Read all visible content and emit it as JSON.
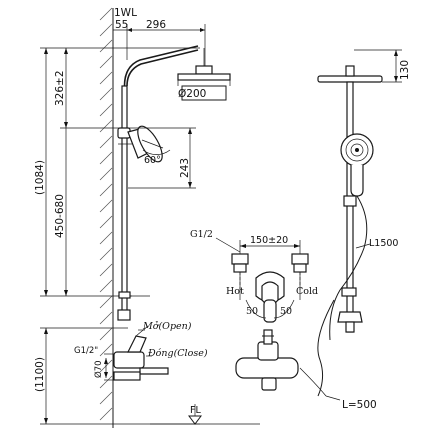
{
  "labels": {
    "wall": "1WL",
    "offset_wall": "55",
    "arm_length": "296",
    "head_diameter": "Ø200",
    "head_tilt_height": "326±2",
    "total_height": "(1084)",
    "slide_range": "450-680",
    "handshower_height": "243",
    "handshower_angle": "60°",
    "floor_height": "(1100)",
    "head_thickness": "130",
    "inlet_thread": "G1/2\"",
    "inlet_dia": "Ø70",
    "open_label": "Mở(Open)",
    "close_label": "Đóng(Close)",
    "g12": "G1/2",
    "center_distance": "150±20",
    "hot": "Hot",
    "cold": "Cold",
    "tol_left": "50",
    "tol_right": "50",
    "hose_upper": "L1500",
    "hose_lower": "L=500",
    "floor": "FL"
  }
}
